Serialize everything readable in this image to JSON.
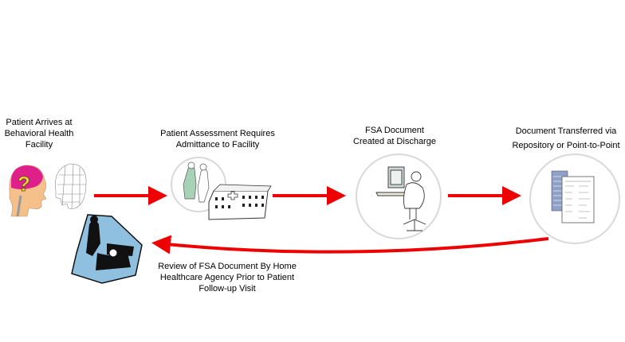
{
  "diagram": {
    "type": "process-flow",
    "accent_color": "#ee0000",
    "steps": [
      {
        "id": "arrive",
        "icon": "brain-question-head-icon",
        "lines": [
          "Patient Arrives at",
          "Behavioral Health",
          "Facility"
        ]
      },
      {
        "id": "assessment",
        "icon": "hospital-admission-icon",
        "lines": [
          "Patient Assessment Requires",
          "Admittance to Facility"
        ]
      },
      {
        "id": "document",
        "icon": "person-at-computer-icon",
        "lines": [
          "FSA Document",
          "Created at Discharge"
        ]
      },
      {
        "id": "transfer",
        "icon": "document-transfer-icon",
        "lines": [
          "Document Transferred via",
          "Repository or Point-to-Point"
        ]
      },
      {
        "id": "review",
        "icon": "home-care-visit-icon",
        "lines": [
          "Review of FSA Document By Home",
          "Healthcare Agency Prior to Patient",
          "Follow-up Visit"
        ]
      }
    ],
    "connections": [
      {
        "from": "arrive",
        "to": "assessment"
      },
      {
        "from": "assessment",
        "to": "document"
      },
      {
        "from": "document",
        "to": "transfer"
      },
      {
        "from": "transfer",
        "to": "review"
      }
    ]
  }
}
